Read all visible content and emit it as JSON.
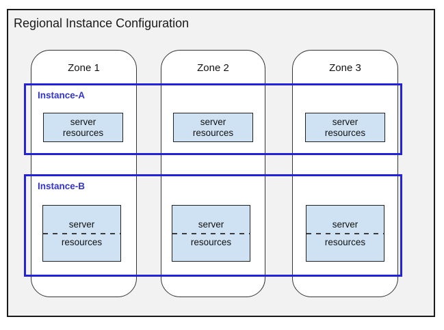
{
  "diagram": {
    "title": "Regional Instance Configuration",
    "zones": [
      {
        "label": "Zone 1"
      },
      {
        "label": "Zone 2"
      },
      {
        "label": "Zone 3"
      }
    ],
    "instances": [
      {
        "label": "Instance-A",
        "spans_all_zones": true,
        "server_box_style": "solid"
      },
      {
        "label": "Instance-B",
        "spans_all_zones": true,
        "server_box_style": "split-dashed"
      }
    ],
    "server_box": {
      "line1": "server",
      "line2": "resources"
    },
    "colors": {
      "instance_border": "#2222dd",
      "instance_label": "#3333cc",
      "server_box_fill": "#cfe2f3",
      "region_background": "#f2f2f2",
      "zone_background": "#ffffff",
      "border_dark": "#1a1a1a"
    }
  }
}
